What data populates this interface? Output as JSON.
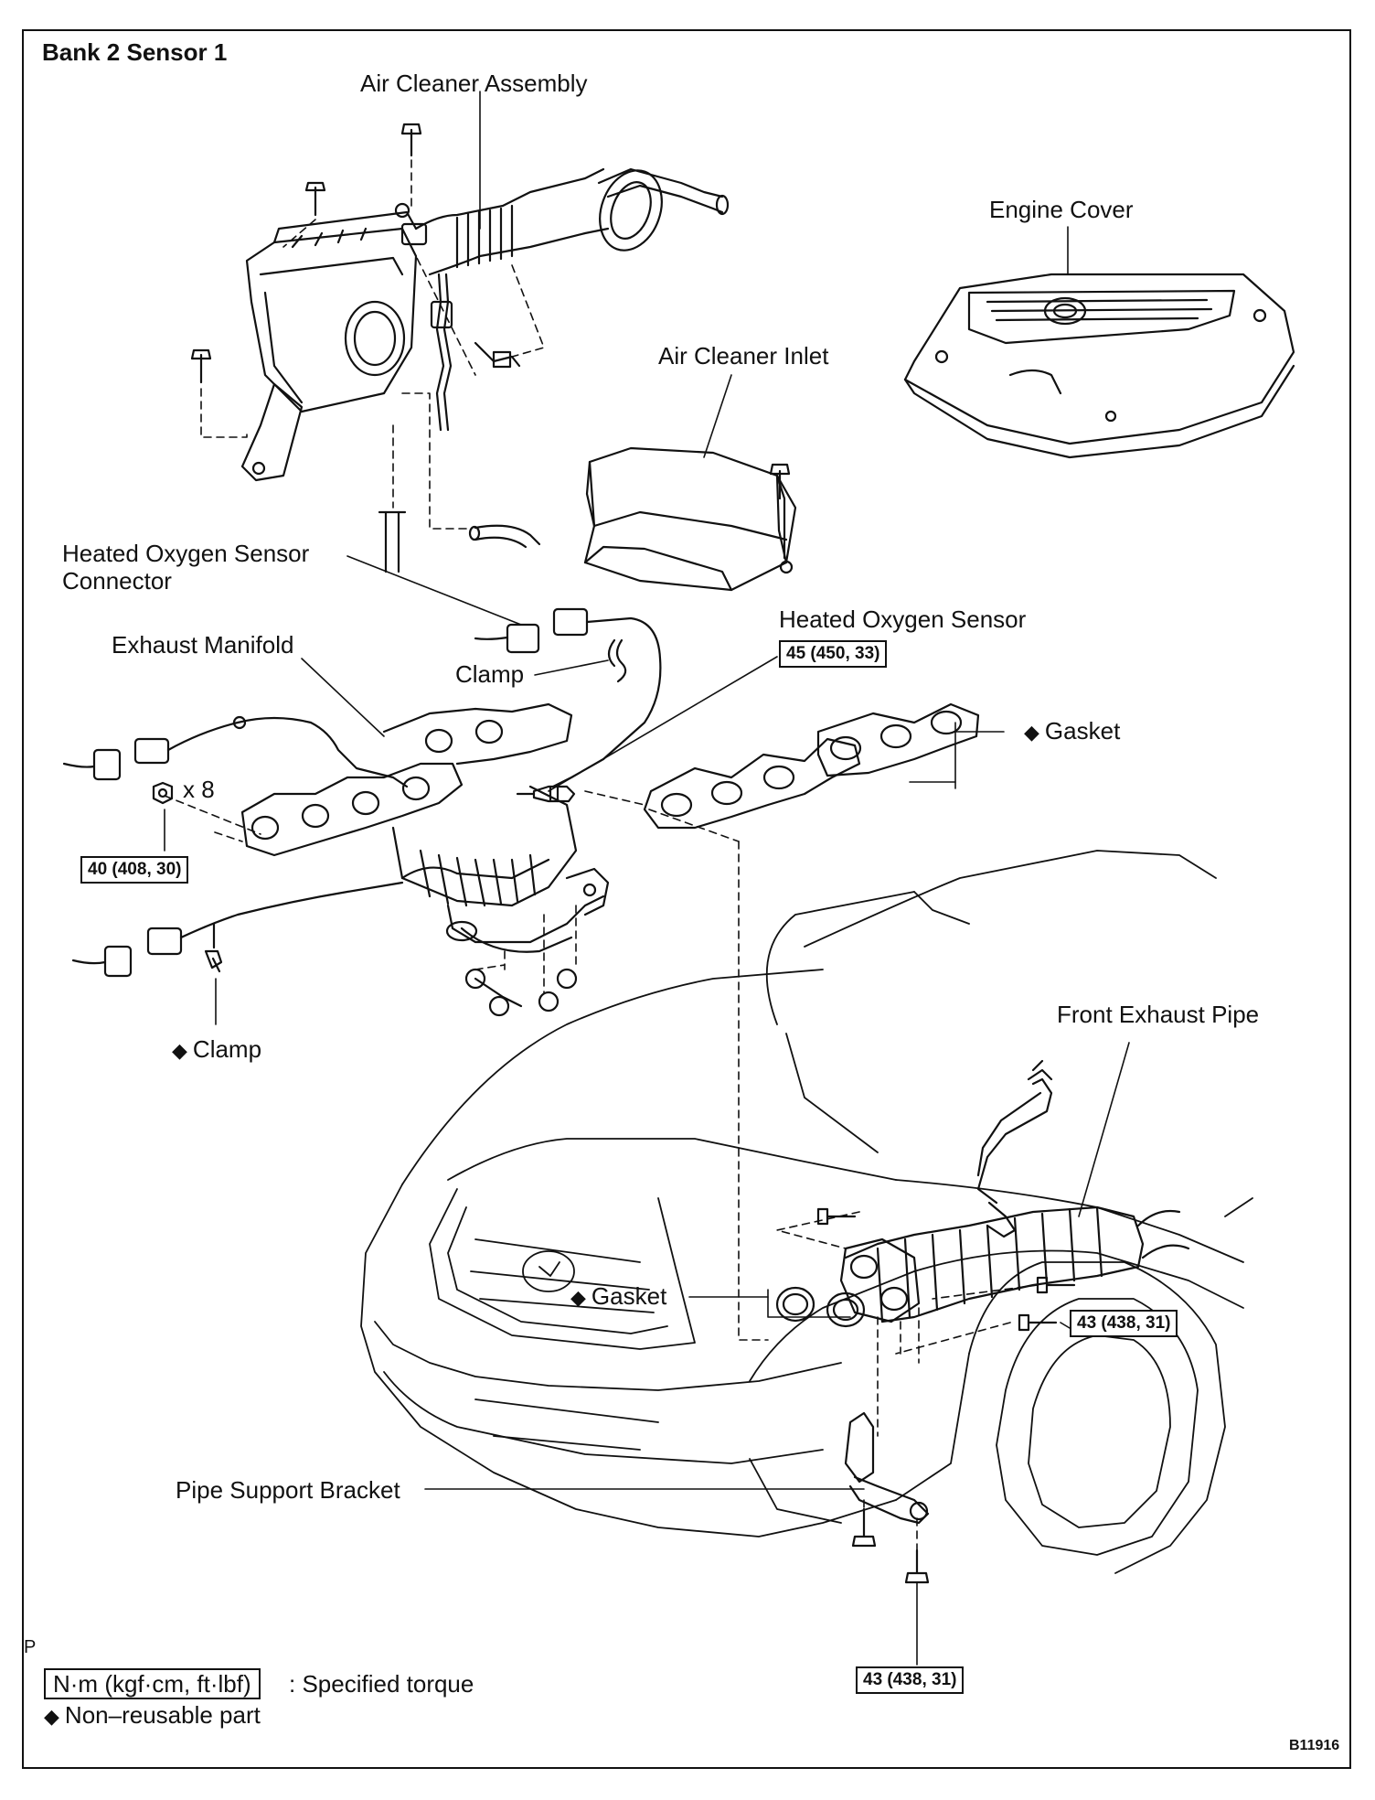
{
  "diagram": {
    "title": "Bank 2 Sensor 1",
    "figure_code": "B11916",
    "page_mark": "P",
    "non_reusable_symbol": "◆",
    "labels": {
      "air_cleaner_assembly": "Air Cleaner Assembly",
      "engine_cover": "Engine Cover",
      "air_cleaner_inlet": "Air Cleaner Inlet",
      "ho2s_connector_line1": "Heated Oxygen Sensor",
      "ho2s_connector_line2": "Connector",
      "exhaust_manifold": "Exhaust Manifold",
      "clamp_upper": "Clamp",
      "heated_oxygen_sensor": "Heated Oxygen Sensor",
      "gasket_upper": "Gasket",
      "nut_count": "x 8",
      "clamp_lower": "Clamp",
      "front_exhaust_pipe": "Front Exhaust Pipe",
      "gasket_lower": "Gasket",
      "pipe_support_bracket": "Pipe Support Bracket"
    },
    "torques": {
      "sensor": "45 (450, 33)",
      "manifold_nut": "40 (408, 30)",
      "front_pipe_bolt": "43 (438, 31)",
      "bracket_bolt": "43 (438, 31)"
    },
    "legend": {
      "torque_unit": "N·m (kgf·cm, ft·lbf)",
      "torque_desc": ": Specified torque",
      "non_reusable": "Non–reusable part"
    }
  }
}
